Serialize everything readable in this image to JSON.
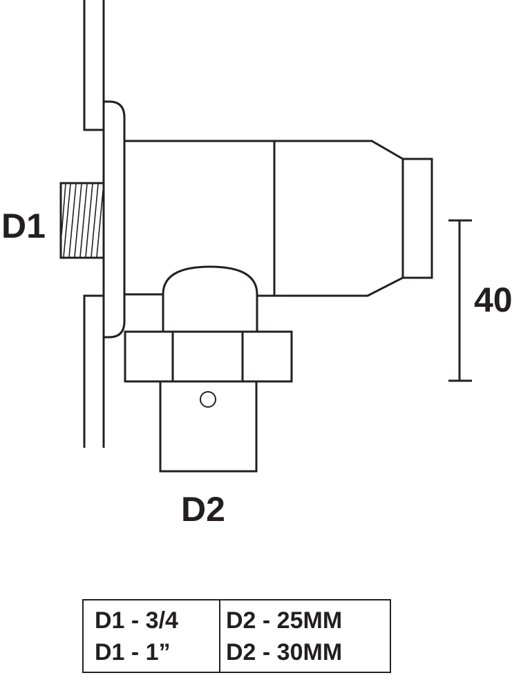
{
  "labels": {
    "d1": "D1",
    "d2": "D2",
    "dimension": "40"
  },
  "size_table": {
    "d1_rows": [
      "D1 - 3/4",
      "D1 - 1”"
    ],
    "d2_rows": [
      "D2 - 25MM",
      "D2 - 30MM"
    ]
  },
  "colors": {
    "stroke": "#231f20",
    "background": "#ffffff"
  }
}
